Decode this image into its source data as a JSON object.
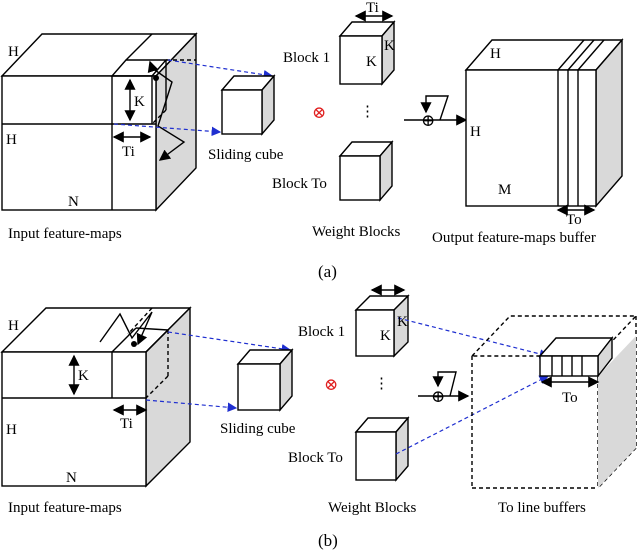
{
  "panel_a": {
    "caption": "(a)",
    "input": {
      "label": "Input feature-maps",
      "h_top": "H",
      "h_left": "H",
      "n": "N",
      "k": "K",
      "ti": "Ti"
    },
    "sliding_cube": "Sliding cube",
    "weights": {
      "label": "Weight Blocks",
      "block1": "Block 1",
      "block_to": "Block To",
      "ellipsis": "⋮",
      "ti": "Ti",
      "k_side": "K",
      "k_front": "K"
    },
    "output": {
      "label": "Output feature-maps buffer",
      "h_top": "H",
      "h_left": "H",
      "m": "M",
      "to": "To"
    },
    "mult_symbol": "⊗",
    "add_symbol": "⊕"
  },
  "panel_b": {
    "caption": "(b)",
    "input": {
      "label": "Input feature-maps",
      "h_top": "H",
      "h_left": "H",
      "n": "N",
      "k": "K",
      "ti": "Ti"
    },
    "sliding_cube": "Sliding cube",
    "weights": {
      "label": "Weight Blocks",
      "block1": "Block 1",
      "block_to": "Block To",
      "ellipsis": "⋮",
      "k_side": "K",
      "k_front": "K"
    },
    "output": {
      "label": "To line buffers",
      "to": "To"
    },
    "mult_symbol": "⊗",
    "add_symbol": "⊕"
  },
  "colors": {
    "arrow_blue": "#1f2fd0",
    "mult_red": "#e02020",
    "side_gray": "#d9d9d9"
  }
}
